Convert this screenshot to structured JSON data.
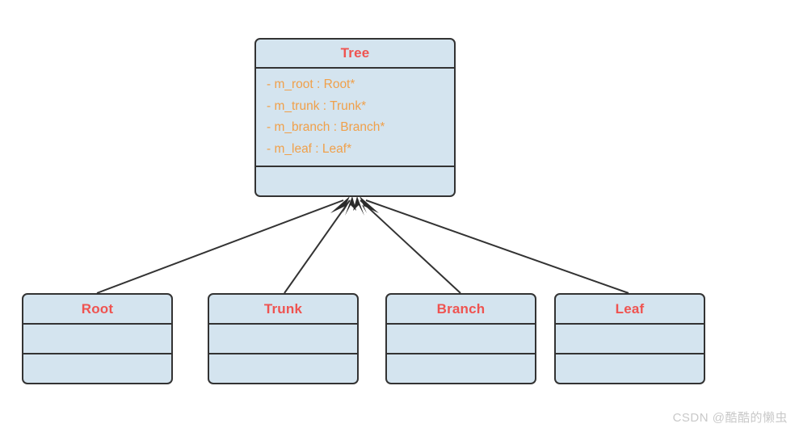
{
  "diagram": {
    "type": "uml-class-diagram",
    "background_color": "#ffffff",
    "class_fill_color": "#d4e4ef",
    "class_border_color": "#333333",
    "title_text_color": "#ef5350",
    "attribute_text_color": "#f0a04a",
    "edge_color": "#333333",
    "relationship_kind": "composition-filled-arrowhead",
    "parent": {
      "name": "Tree",
      "attributes": [
        "- m_root : Root*",
        "- m_trunk : Trunk*",
        "- m_branch : Branch*",
        "- m_leaf : Leaf*"
      ],
      "operations": []
    },
    "children": [
      {
        "name": "Root",
        "attributes": [],
        "operations": []
      },
      {
        "name": "Trunk",
        "attributes": [],
        "operations": []
      },
      {
        "name": "Branch",
        "attributes": [],
        "operations": []
      },
      {
        "name": "Leaf",
        "attributes": [],
        "operations": []
      }
    ],
    "edges": [
      {
        "from": "Root",
        "to": "Tree"
      },
      {
        "from": "Trunk",
        "to": "Tree"
      },
      {
        "from": "Branch",
        "to": "Tree"
      },
      {
        "from": "Leaf",
        "to": "Tree"
      }
    ]
  },
  "watermark": {
    "text": "CSDN @酷酷的懒虫"
  }
}
